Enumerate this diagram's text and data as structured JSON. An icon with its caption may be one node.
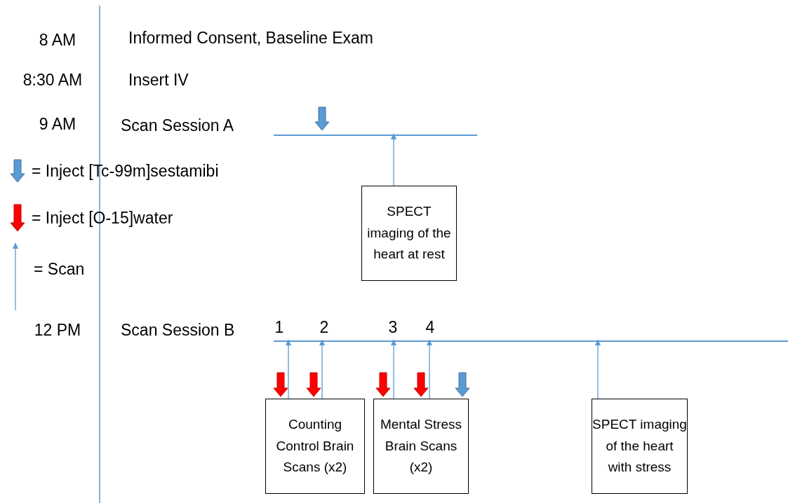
{
  "diagram": {
    "nodes": [
      {
        "text": [],
        "shape": "bar"
      },
      {
        "text": [
          "SPECT imaging of the heart at rest"
        ]
      },
      {
        "text": [],
        "shape": "bar"
      },
      {
        "text": [
          "Counting Control Brain Scans (x2)"
        ]
      },
      {
        "text": [
          "Mental Stress Brain Scans (x2)"
        ]
      },
      {
        "text": [
          "SPECT imaging of the heart with stress"
        ]
      }
    ],
    "edges": [
      {
        "from": 1,
        "to": 0,
        "arrow": "to"
      },
      {
        "from": 3,
        "to": 2,
        "arrow": "to"
      },
      {
        "from": 3,
        "to": 2,
        "arrow": "to"
      },
      {
        "from": 4,
        "to": 2,
        "arrow": "to"
      },
      {
        "from": 4,
        "to": 2,
        "arrow": "to"
      },
      {
        "from": 5,
        "to": 2,
        "arrow": "to"
      }
    ],
    "labels": [
      "8 AM",
      "Informed Consent, Baseline Exam",
      "8:30 AM",
      "Insert IV",
      "9 AM",
      "Scan Session A",
      "12 PM",
      "Scan Session B",
      "1",
      "2",
      "3",
      "4"
    ],
    "legend": [
      {
        "text": "= Inject [Tc-99m]sestamibi"
      },
      {
        "text": "= Inject [O-15]water"
      },
      {
        "text": "= Scan"
      }
    ]
  }
}
